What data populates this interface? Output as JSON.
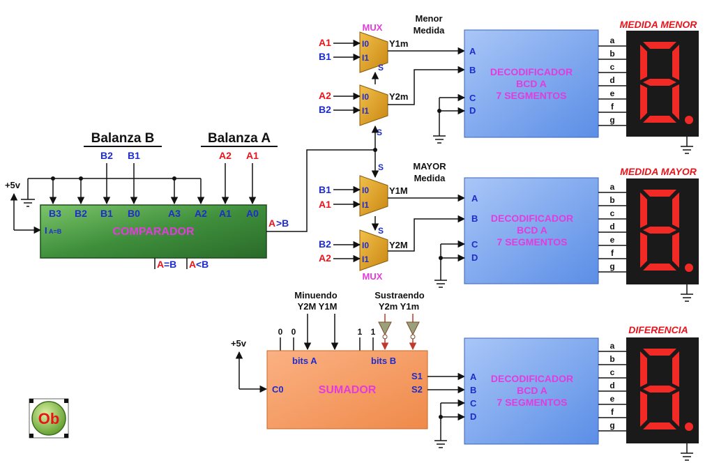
{
  "colors": {
    "red": "#e8141b",
    "blue": "#1f2ccc",
    "magenta": "#e33bdc",
    "black": "#111111",
    "comparator_green": "#3f8f3c",
    "mux_gold": "#d99a1e",
    "adder_orange": "#f0955b",
    "decoder_blue": "#78a6ee",
    "display_bg": "#1a1a1a",
    "segment_red": "#f22a25"
  },
  "comparator": {
    "title": "COMPARADOR",
    "scale_b_label": "Balanza B",
    "scale_a_label": "Balanza A",
    "scale_b_bits": [
      "B2",
      "B1"
    ],
    "scale_a_bits": [
      "A2",
      "A1"
    ],
    "inputs": [
      "B3",
      "B2",
      "B1",
      "B0",
      "A3",
      "A2",
      "A1",
      "A0"
    ],
    "supply": "+5v",
    "in_eq_a": "I",
    "in_eq_b": "A=B",
    "out_gt_a": "A",
    "out_gt_b": ">B",
    "out_eq_a": "A",
    "out_eq_b": "=B",
    "out_lt_a": "A",
    "out_lt_b": "<B"
  },
  "mux_top": {
    "label": "MUX",
    "group_line1": "Menor",
    "group_line2": "Medida",
    "u1": {
      "in_a": "A1",
      "in_b": "B1",
      "i0": "I0",
      "i1": "I1",
      "out": "Y1m",
      "sel": "S"
    },
    "u2": {
      "in_a": "A2",
      "in_b": "B2",
      "i0": "I0",
      "i1": "I1",
      "out": "Y2m",
      "sel": "S"
    }
  },
  "select_label": "S",
  "mux_bottom": {
    "label": "MUX",
    "group_line1": "MAYOR",
    "group_line2": "Medida",
    "u1": {
      "in_a": "B1",
      "in_b": "A1",
      "i0": "I0",
      "i1": "I1",
      "out": "Y1M",
      "sel": "S"
    },
    "u2": {
      "in_a": "B2",
      "in_b": "A2",
      "i0": "I0",
      "i1": "I1",
      "out": "Y2M",
      "sel": "S"
    }
  },
  "adder": {
    "title": "SUMADOR",
    "supply": "+5v",
    "carry_in": "C0",
    "bits_a": "bits A",
    "bits_b": "bits B",
    "out1": "S1",
    "out2": "S2",
    "minuend_label": "Minuendo",
    "minuend_bits": "Y2M  Y1M",
    "subtrahend_label": "Sustraendo",
    "subtrahend_bits": "Y2m Y1m",
    "const_a": [
      "0",
      "0"
    ],
    "const_b": [
      "1",
      "1"
    ]
  },
  "decoders": [
    {
      "line1": "DECODIFICADOR",
      "line2": "BCD A",
      "line3": "7 SEGMENTOS",
      "inputs": [
        "A",
        "B",
        "C",
        "D"
      ]
    },
    {
      "line1": "DECODIFICADOR",
      "line2": "BCD A",
      "line3": "7 SEGMENTOS",
      "inputs": [
        "A",
        "B",
        "C",
        "D"
      ]
    },
    {
      "line1": "DECODIFICADOR",
      "line2": "BCD A",
      "line3": "7 SEGMENTOS",
      "inputs": [
        "A",
        "B",
        "C",
        "D"
      ]
    }
  ],
  "segment_labels": [
    "a",
    "b",
    "c",
    "d",
    "e",
    "f",
    "g"
  ],
  "displays": [
    {
      "title": "MEDIDA MENOR"
    },
    {
      "title": "MEDIDA MAYOR"
    },
    {
      "title": "DIFERENCIA"
    }
  ],
  "logo_text": "Ob"
}
